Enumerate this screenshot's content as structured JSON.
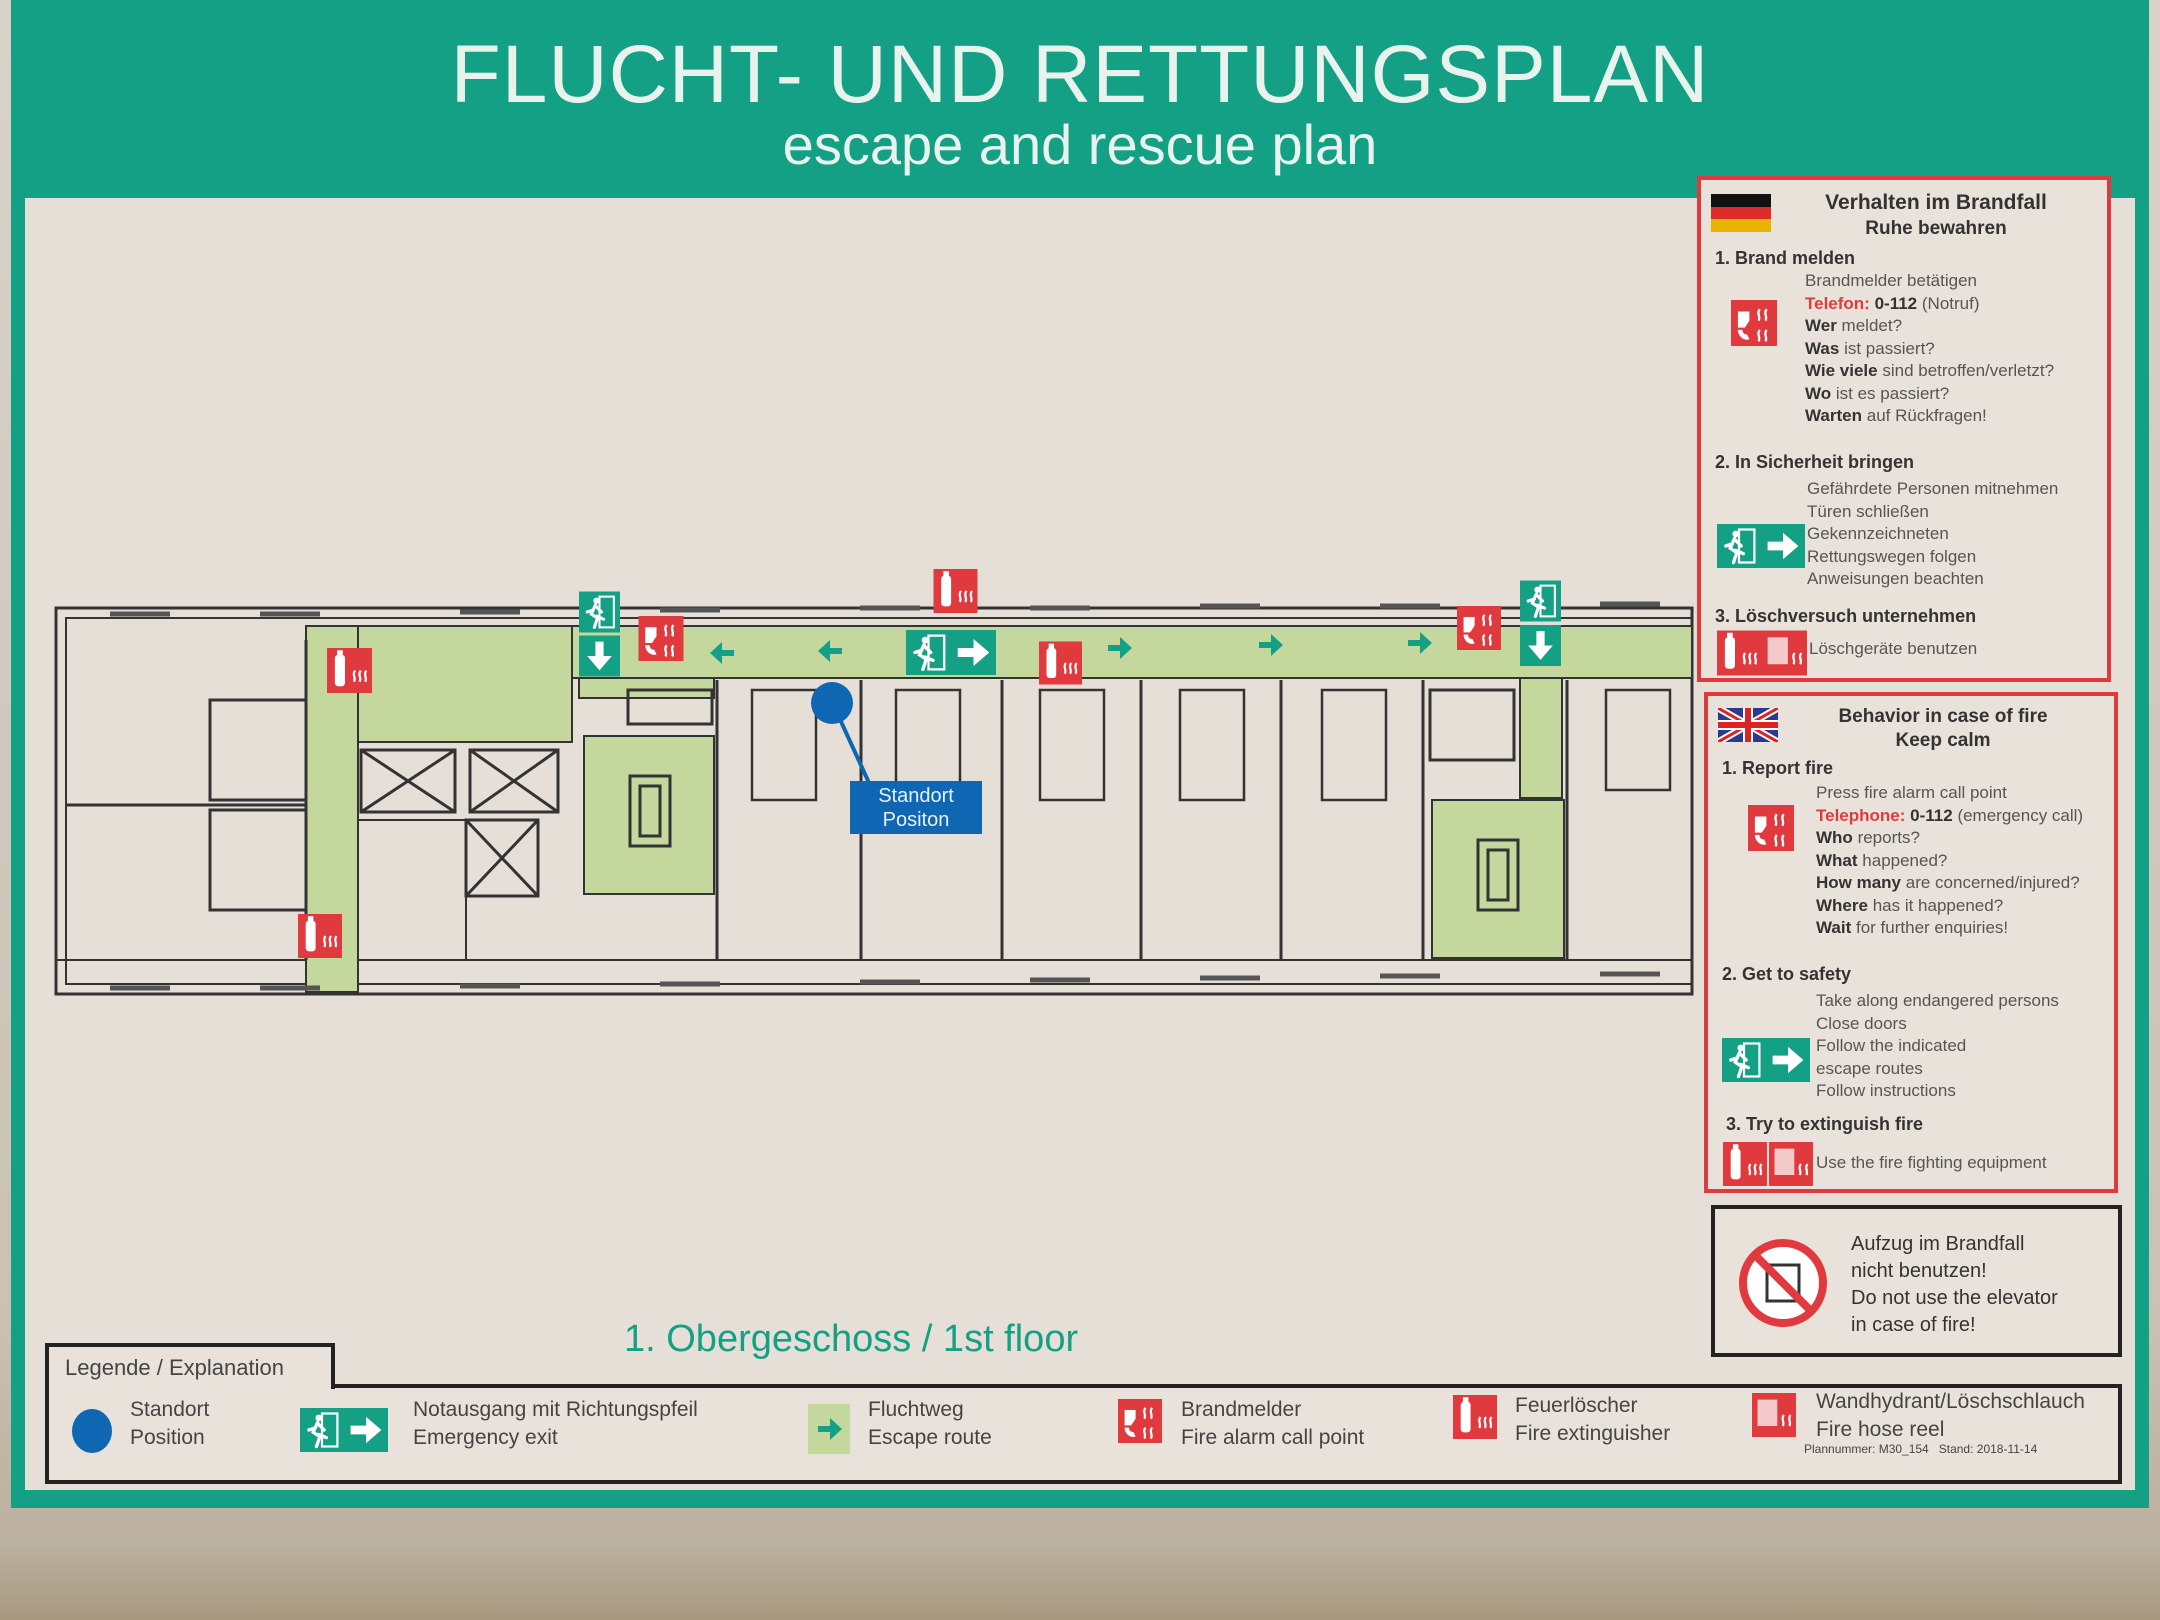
{
  "header": {
    "title": "FLUCHT- UND RETTUNGSPLAN",
    "subtitle": "escape and rescue plan"
  },
  "colors": {
    "green": "#14a084",
    "red": "#e03a3f",
    "blue": "#0f67b3",
    "route": "#c4d79c"
  },
  "german_box": {
    "flag": "germany-flag-icon",
    "title": "Verhalten im Brandfall",
    "subtitle": "Ruhe bewahren",
    "s1": {
      "heading": "1. Brand melden",
      "line1": "Brandmelder betätigen",
      "phone_label": "Telefon:",
      "phone_number": "0-112",
      "phone_note": "(Notruf)",
      "q": [
        {
          "bold": "Wer",
          "rest": "meldet?"
        },
        {
          "bold": "Was",
          "rest": "ist passiert?"
        },
        {
          "bold": "Wie viele",
          "rest": "sind betroffen/verletzt?"
        },
        {
          "bold": "Wo",
          "rest": "ist es passiert?"
        },
        {
          "bold": "Warten",
          "rest": "auf Rückfragen!"
        }
      ]
    },
    "s2": {
      "heading": "2. In Sicherheit bringen",
      "lines": [
        "Gefährdete Personen mitnehmen",
        "Türen schließen",
        "Gekennzeichneten",
        "Rettungswegen folgen",
        "Anweisungen beachten"
      ]
    },
    "s3": {
      "heading": "3. Löschversuch unternehmen",
      "line": "Löschgeräte benutzen"
    }
  },
  "english_box": {
    "flag": "uk-flag-icon",
    "title": "Behavior in case of fire",
    "subtitle": "Keep calm",
    "s1": {
      "heading": "1. Report fire",
      "line1": "Press fire alarm call point",
      "phone_label": "Telephone:",
      "phone_number": "0-112",
      "phone_note": "(emergency call)",
      "q": [
        {
          "bold": "Who",
          "rest": "reports?"
        },
        {
          "bold": "What",
          "rest": "happened?"
        },
        {
          "bold": "How many",
          "rest": "are concerned/injured?"
        },
        {
          "bold": "Where",
          "rest": "has it happened?"
        },
        {
          "bold": "Wait",
          "rest": "for further enquiries!"
        }
      ]
    },
    "s2": {
      "heading": "2. Get to safety",
      "lines": [
        "Take along endangered persons",
        "Close doors",
        "Follow the indicated",
        "escape routes",
        "Follow instructions"
      ]
    },
    "s3": {
      "heading": "3. Try to extinguish fire",
      "line": "Use the fire fighting equipment"
    }
  },
  "elevator_notice": {
    "lines": [
      "Aufzug im Brandfall",
      "nicht benutzen!",
      "Do not use the elevator",
      "in case of fire!"
    ]
  },
  "plan": {
    "floor_label": "1. Obergeschoss / 1st floor",
    "position_label": [
      "Standort",
      "Positon"
    ]
  },
  "legend": {
    "tab": "Legende / Explanation",
    "items": [
      {
        "de": "Standort",
        "en": "Position",
        "icon": "position-dot-icon"
      },
      {
        "de": "Notausgang mit Richtungspfeil",
        "en": "Emergency exit",
        "icon": "emergency-exit-icon"
      },
      {
        "de": "Fluchtweg",
        "en": "Escape route",
        "icon": "escape-route-arrow-icon"
      },
      {
        "de": "Brandmelder",
        "en": "Fire alarm call point",
        "icon": "fire-alarm-icon"
      },
      {
        "de": "Feuerlöscher",
        "en": "Fire extinguisher",
        "icon": "fire-extinguisher-icon"
      },
      {
        "de": "Wandhydrant/Löschschlauch",
        "en": "Fire hose reel",
        "icon": "fire-hose-reel-icon"
      }
    ],
    "plan_number": "Plannummer: M30_154",
    "date": "Stand: 2018-11-14"
  }
}
